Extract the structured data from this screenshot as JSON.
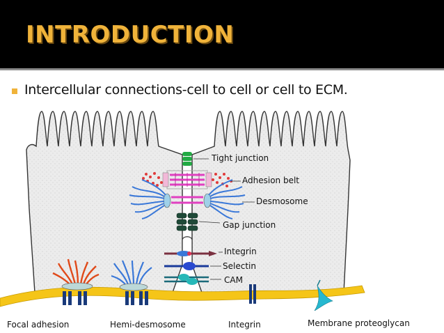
{
  "slide": {
    "title": "INTRODUCTION",
    "bullet": "Intercellular connections-cell to cell or cell to ECM."
  },
  "diagram": {
    "labels": {
      "tight_junction": "Tight junction",
      "adhesion_belt": "Adhesion belt",
      "desmosome": "Desmosome",
      "gap_junction": "Gap junction",
      "integrin_upper": "Integrin",
      "selectin": "Selectin",
      "cam": "CAM",
      "focal_adhesion": "Focal adhesion",
      "hemi_desmosome": "Hemi-desmosome",
      "integrin_lower": "Integrin",
      "membrane_proteoglycan": "Membrane proteoglycan"
    },
    "colors": {
      "title": "#f0b33a",
      "cytoplasm": "#ededed",
      "basement_membrane": "#f5c518",
      "tight_junction": "#22aa44",
      "adhesion_belt": "#e040c0",
      "desmosome_filaments": "#3a78d8",
      "focal_adhesion_filaments": "#e04a1a"
    }
  }
}
